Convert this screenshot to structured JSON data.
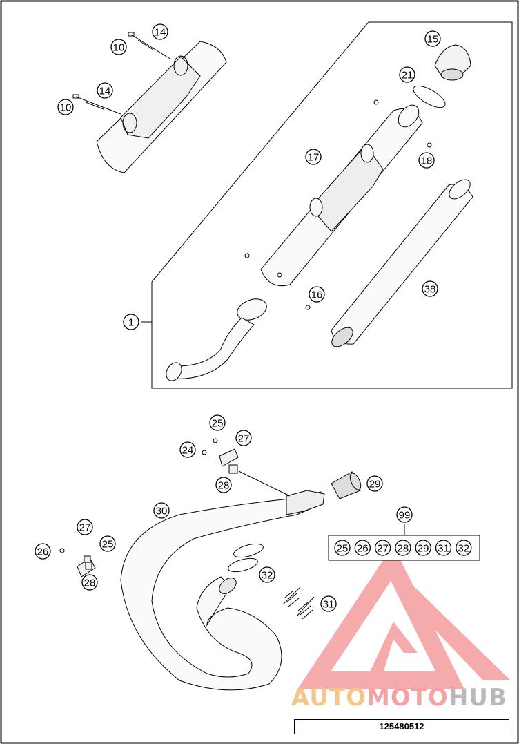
{
  "callouts": {
    "p10a": "10",
    "p14a": "14",
    "p10b": "10",
    "p14b": "14",
    "p15": "15",
    "p21": "21",
    "p17": "17",
    "p18": "18",
    "p16": "16",
    "p38": "38",
    "p1": "1",
    "p25a": "25",
    "p27a": "27",
    "p24": "24",
    "p28a": "28",
    "p29": "29",
    "p30": "30",
    "p99": "99",
    "p27b": "27",
    "p25b": "25",
    "p26": "26",
    "p28b": "28",
    "p32": "32",
    "p31": "31"
  },
  "kit": [
    "25",
    "26",
    "27",
    "28",
    "29",
    "31",
    "32"
  ],
  "logo": {
    "part1": "AUTO",
    "part2": "MOTO",
    "part3": "HUB"
  },
  "drawing_code": "125480512",
  "colors": {
    "logo_red": "#f4a3a3",
    "logo_orange": "#f5c58a",
    "logo_gray": "#b9b9b9",
    "line": "#000000"
  }
}
